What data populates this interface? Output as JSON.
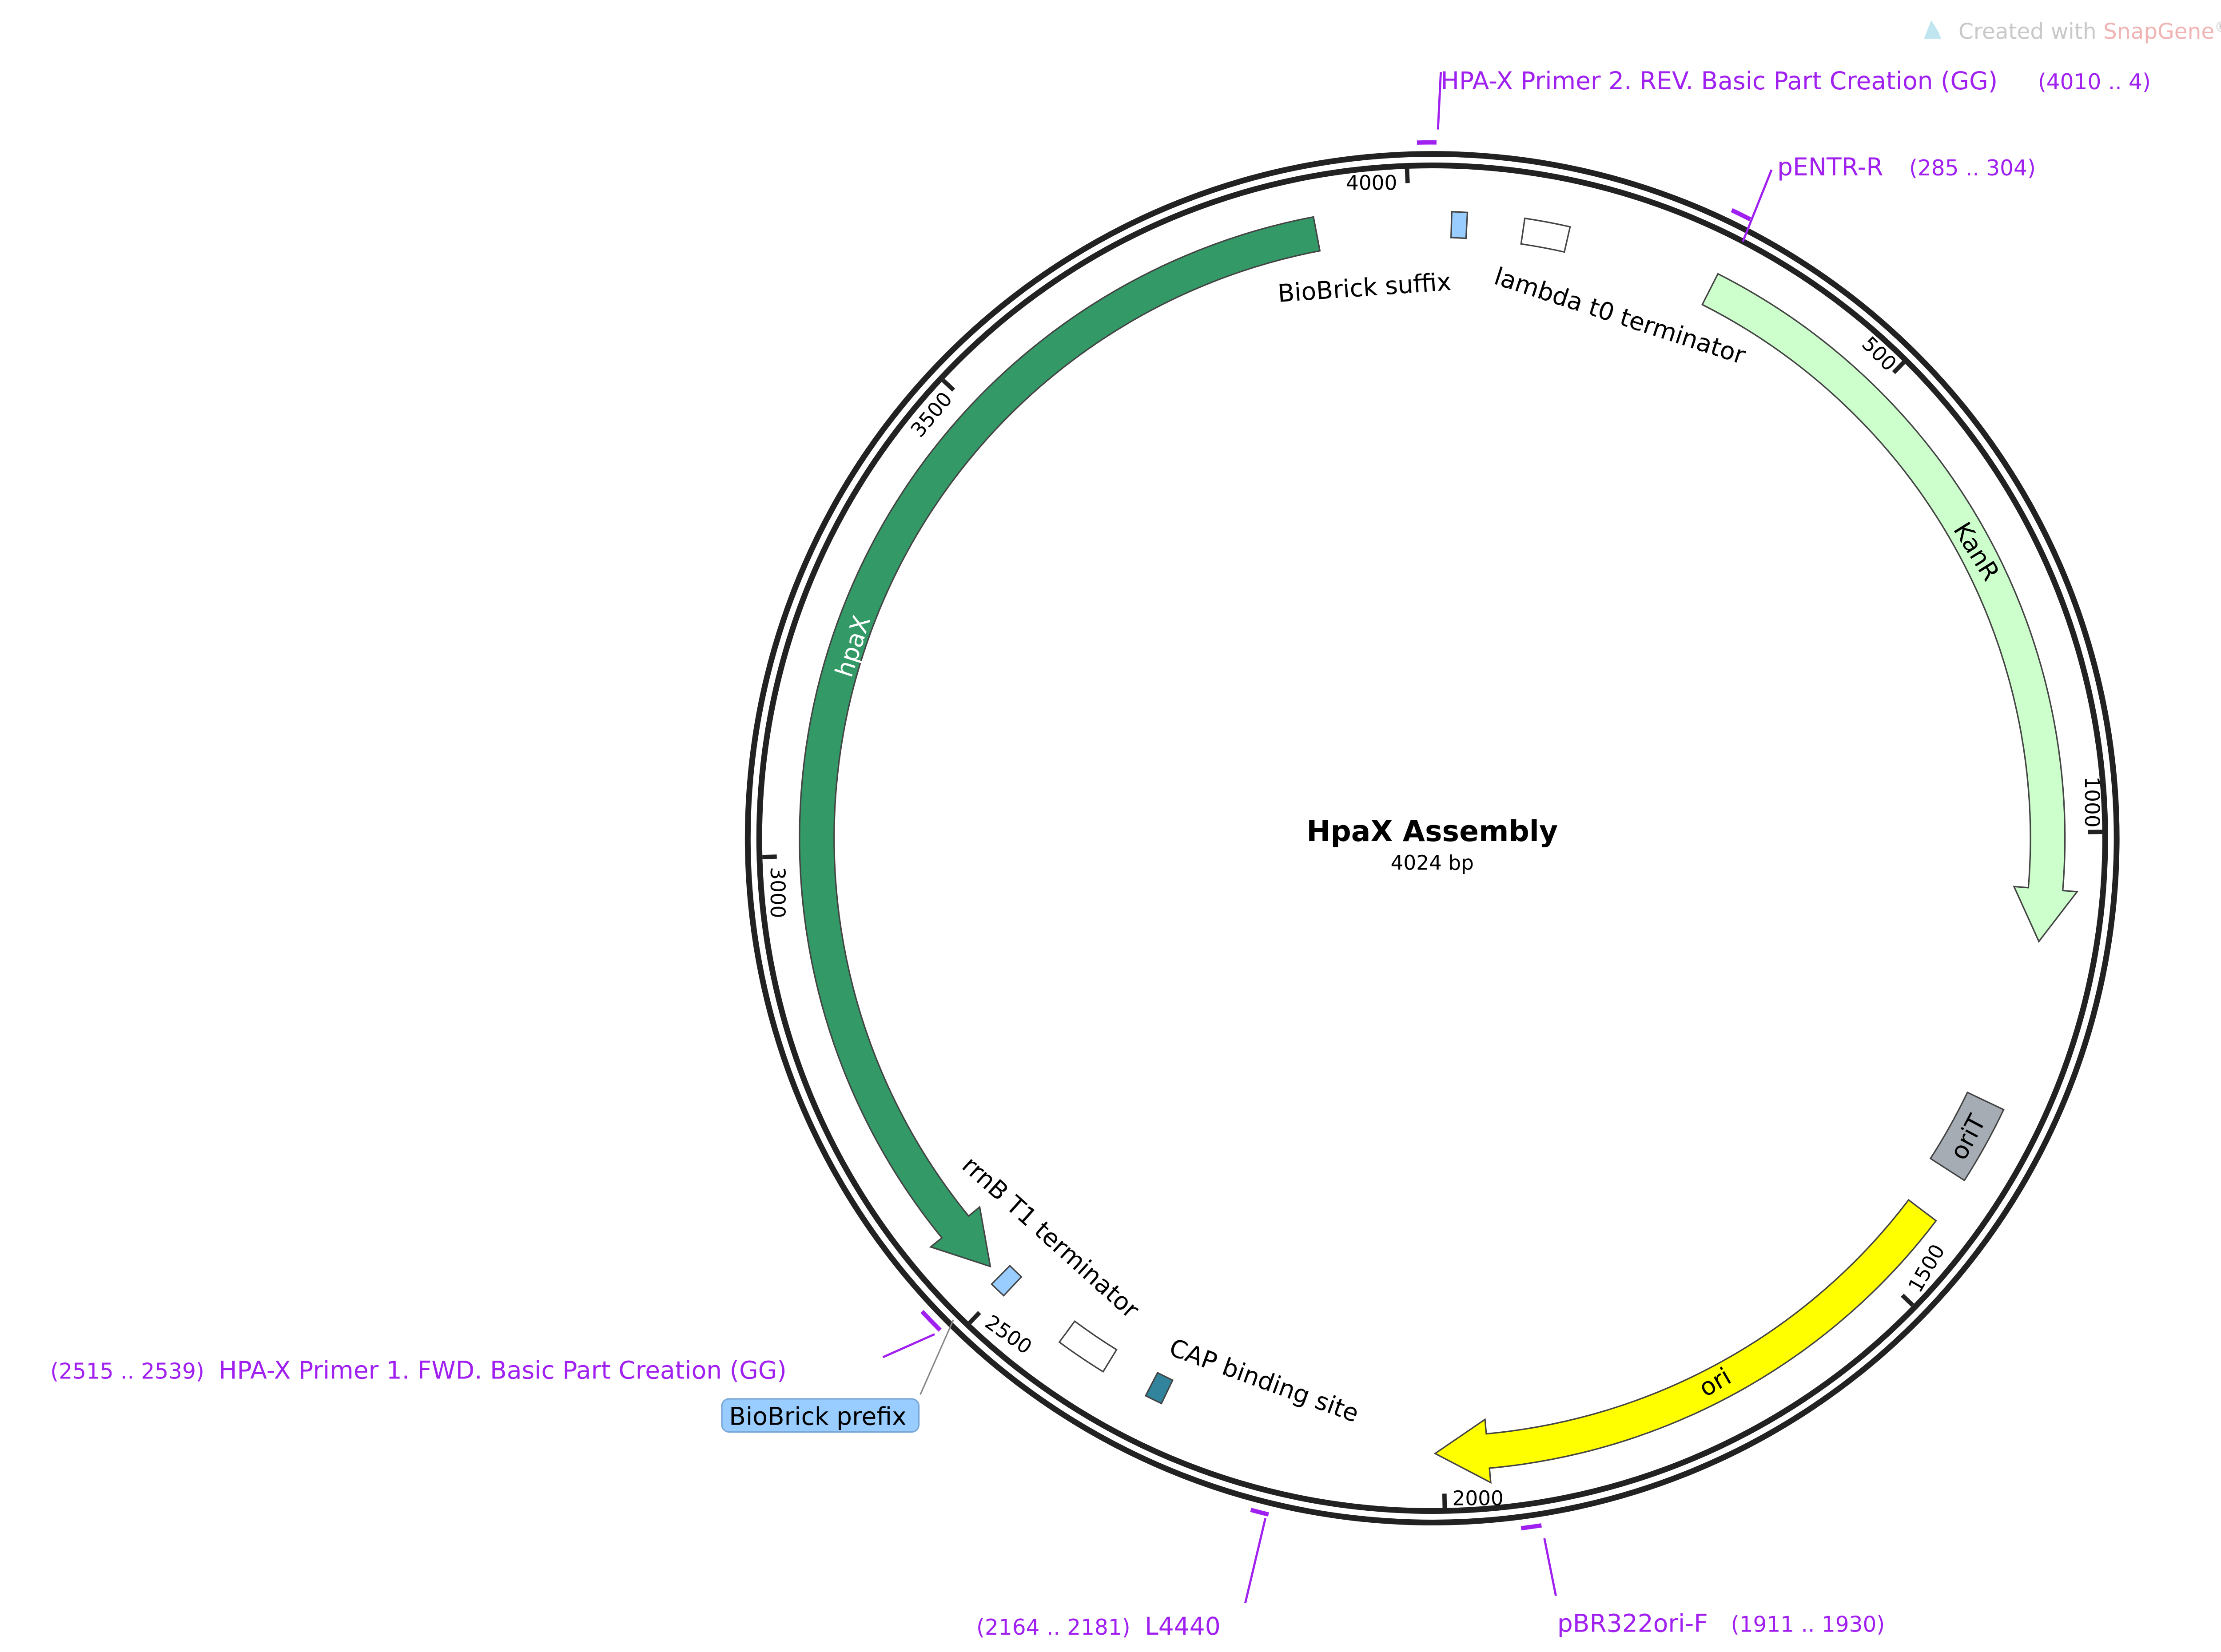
{
  "watermark": {
    "prefix": "Created with ",
    "brand": "SnapGene",
    "suffix": "®"
  },
  "plasmid": {
    "name": "HpaX Assembly",
    "length_label": "4024 bp",
    "length": 4024
  },
  "ticks": [
    {
      "bp": 500,
      "label": "500"
    },
    {
      "bp": 1000,
      "label": "1000"
    },
    {
      "bp": 1500,
      "label": "1500"
    },
    {
      "bp": 2000,
      "label": "2000"
    },
    {
      "bp": 2500,
      "label": "2500"
    },
    {
      "bp": 3000,
      "label": "3000"
    },
    {
      "bp": 3500,
      "label": "3500"
    },
    {
      "bp": 4000,
      "label": "4000"
    }
  ],
  "features": [
    {
      "name": "hpaX",
      "start": 3903,
      "end": 2525,
      "dir": -1,
      "color": "#339966",
      "type": "arrow"
    },
    {
      "name": "KanR",
      "start": 300,
      "end": 1114,
      "dir": 1,
      "color": "#ccffcc",
      "type": "arrow"
    },
    {
      "name": "oriT",
      "start": 1290,
      "end": 1372,
      "dir": 0,
      "color": "#a6acb3",
      "type": "box"
    },
    {
      "name": "ori",
      "start": 1422,
      "end": 2009,
      "dir": 1,
      "color": "#ffff00",
      "type": "arrow"
    },
    {
      "name": "BioBrick suffix",
      "start": 20,
      "end": 36,
      "dir": 0,
      "color": "#99ccff",
      "type": "box"
    },
    {
      "name": "lambda t0 terminator",
      "start": 95,
      "end": 142,
      "dir": 0,
      "color": "#ffffff",
      "type": "box"
    },
    {
      "name": "rrnB T1 terminator",
      "start": 2366,
      "end": 2420,
      "dir": 0,
      "color": "#ffffff",
      "type": "box"
    },
    {
      "name": "CAP binding site",
      "start": 2298,
      "end": 2316,
      "dir": 0,
      "color": "#31849b",
      "type": "box"
    },
    {
      "name": "BioBrick prefix",
      "start": 2494,
      "end": 2511,
      "dir": 0,
      "color": "#99ccff",
      "type": "box"
    }
  ],
  "primers": [
    {
      "name": "HPA-X Primer 2. REV. Basic Part Creation (GG)",
      "range": "(4010 .. 4)",
      "start": 4010,
      "end": 4028
    },
    {
      "name": "pENTR-R",
      "range": "(285 .. 304)",
      "start": 285,
      "end": 304
    },
    {
      "name": "pBR322ori-F",
      "range": "(1911 .. 1930)",
      "start": 1911,
      "end": 1930
    },
    {
      "name": "L4440",
      "range": "(2164 .. 2181)",
      "start": 2164,
      "end": 2181
    },
    {
      "name": "HPA-X Primer 1. FWD. Basic Part Creation (GG)",
      "range": "(2515 .. 2539)",
      "start": 2515,
      "end": 2539
    }
  ],
  "colors": {
    "primer": "#a020f0",
    "backbone": "#222222"
  }
}
